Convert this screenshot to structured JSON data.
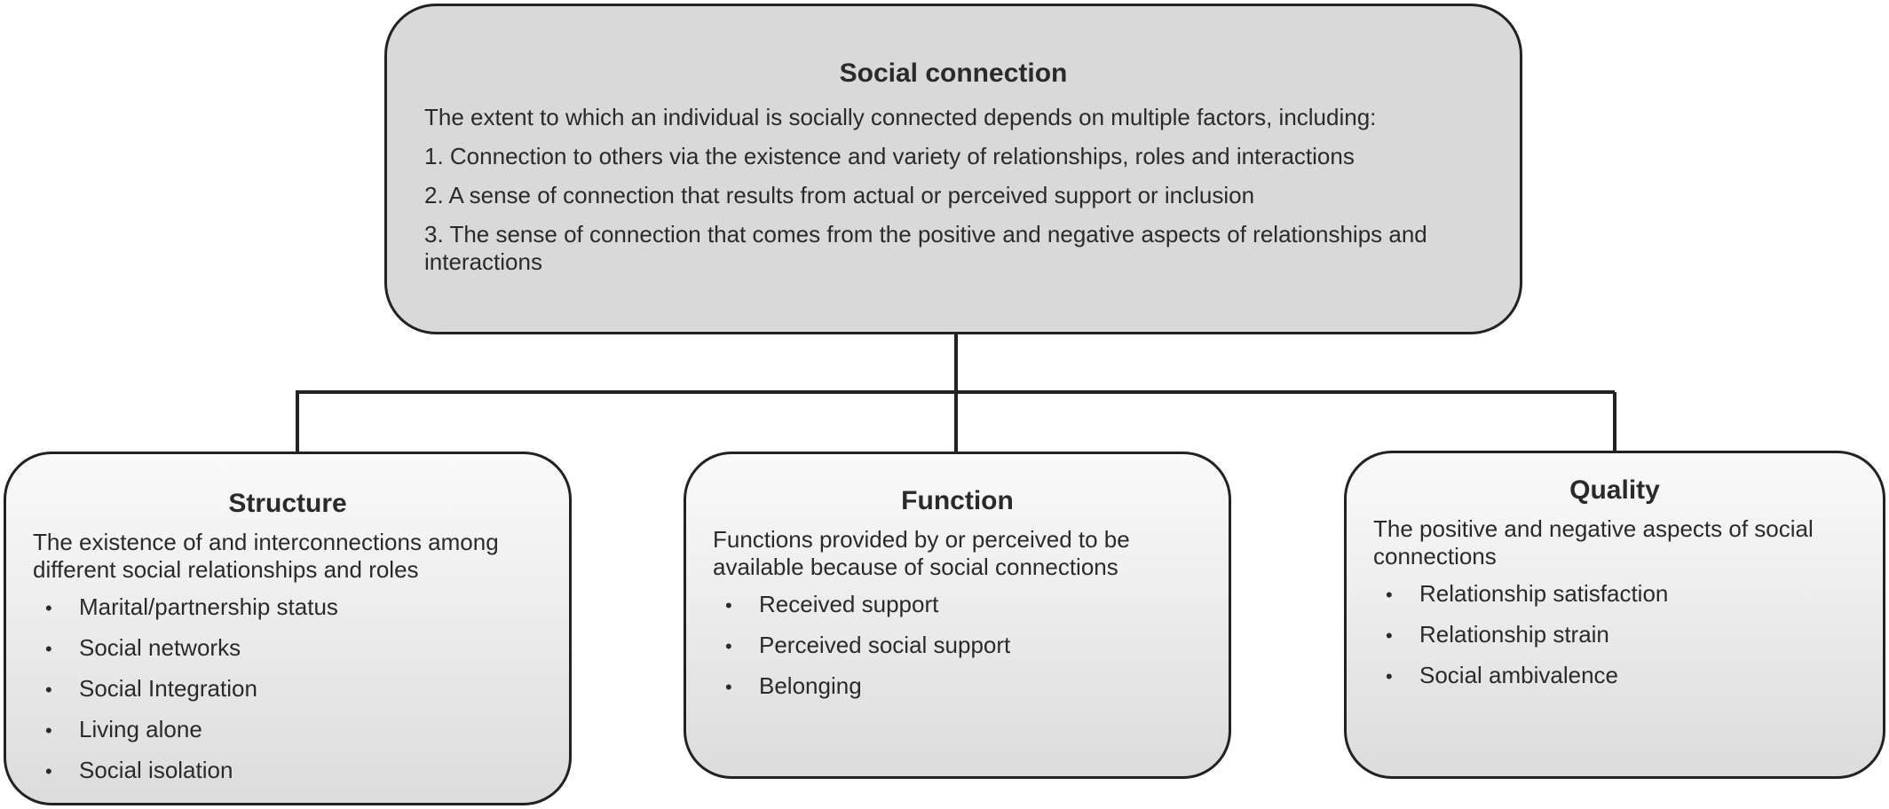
{
  "root": {
    "title": "Social connection",
    "lines": [
      "The extent to which an individual is socially connected depends on multiple factors, including:",
      "1. Connection to others via the existence and variety of relationships, roles and interactions",
      "2. A sense of connection that results from actual or perceived support or inclusion",
      "3. The sense of connection that comes from the positive and negative aspects of relationships and interactions"
    ]
  },
  "children": [
    {
      "title": "Structure",
      "description": "The existence of and interconnections among different social relationships and roles",
      "items": [
        "Marital/partnership status",
        "Social networks",
        "Social Integration",
        "Living alone",
        "Social isolation"
      ]
    },
    {
      "title": "Function",
      "description": "Functions provided by or perceived to be available because of social connections",
      "items": [
        "Received support",
        "Perceived social support",
        "Belonging"
      ]
    },
    {
      "title": "Quality",
      "description": "The positive and negative aspects of social connections",
      "items": [
        "Relationship satisfaction",
        "Relationship strain",
        "Social ambivalence"
      ]
    }
  ],
  "bullet_glyph": "•",
  "colors": {
    "root_fill": "#d9d9d9",
    "border": "#222222",
    "connector": "#222222",
    "text": "#2a2a2a"
  }
}
